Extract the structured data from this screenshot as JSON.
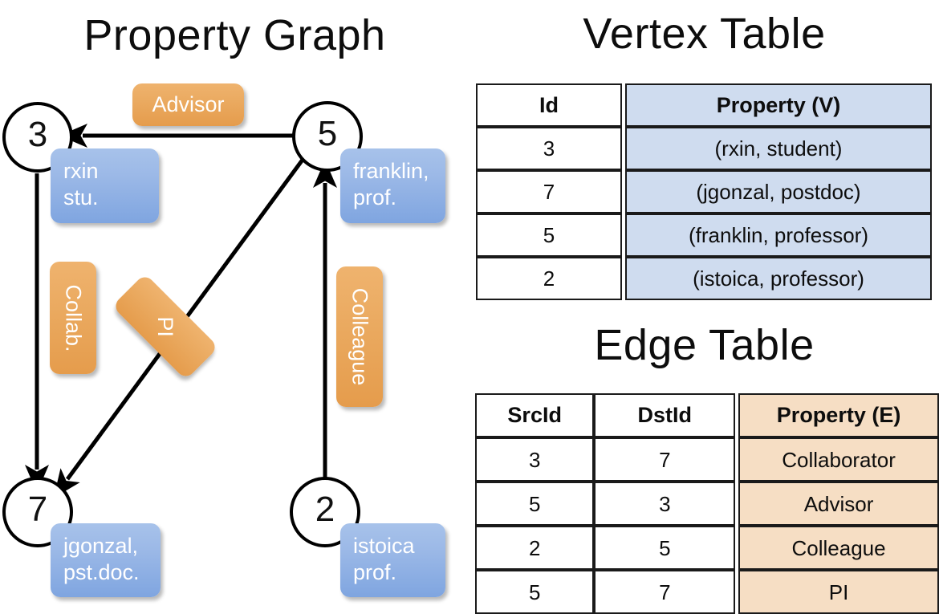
{
  "panels": {
    "graph_title": "Property Graph",
    "vertex_title": "Vertex Table",
    "edge_title": "Edge Table"
  },
  "graph": {
    "nodes": [
      {
        "id": "3",
        "property": "rxin\nstu."
      },
      {
        "id": "5",
        "property": "franklin,\nprof."
      },
      {
        "id": "7",
        "property": "jgonzal,\npst.doc."
      },
      {
        "id": "2",
        "property": "istoica\nprof."
      }
    ],
    "node_labels": {
      "n3": "3",
      "n5": "5",
      "n7": "7",
      "n2": "2"
    },
    "vertex_props": {
      "rxin_line1": "rxin",
      "rxin_line2": "stu.",
      "franklin_line1": "franklin,",
      "franklin_line2": "prof.",
      "jgonzal_line1": "jgonzal,",
      "jgonzal_line2": "pst.doc.",
      "istoica_line1": "istoica",
      "istoica_line2": "prof."
    },
    "edge_labels": {
      "advisor": "Advisor",
      "collab": "Collab.",
      "pi": "PI",
      "colleague": "Colleague"
    },
    "edges": [
      {
        "from": "5",
        "to": "3",
        "label": "Advisor"
      },
      {
        "from": "3",
        "to": "7",
        "label": "Collab."
      },
      {
        "from": "5",
        "to": "7",
        "label": "PI"
      },
      {
        "from": "2",
        "to": "5",
        "label": "Colleague"
      }
    ]
  },
  "vertex_table": {
    "headers": [
      "Id",
      "Property (V)"
    ],
    "rows": [
      {
        "id": "3",
        "property": "(rxin, student)"
      },
      {
        "id": "7",
        "property": "(jgonzal, postdoc)"
      },
      {
        "id": "5",
        "property": "(franklin, professor)"
      },
      {
        "id": "2",
        "property": "(istoica, professor)"
      }
    ]
  },
  "edge_table": {
    "headers": [
      "SrcId",
      "DstId",
      "Property (E)"
    ],
    "rows": [
      {
        "src": "3",
        "dst": "7",
        "property": "Collaborator"
      },
      {
        "src": "5",
        "dst": "3",
        "property": "Advisor"
      },
      {
        "src": "2",
        "dst": "5",
        "property": "Colleague"
      },
      {
        "src": "5",
        "dst": "7",
        "property": "PI"
      }
    ]
  },
  "colors": {
    "vertex_bubble": "#9cb9e7",
    "edge_bubble": "#eaa95f",
    "vertex_table_highlight": "#cfdcef",
    "edge_table_highlight": "#f6dec4",
    "stroke": "#000000",
    "background": "#ffffff"
  }
}
